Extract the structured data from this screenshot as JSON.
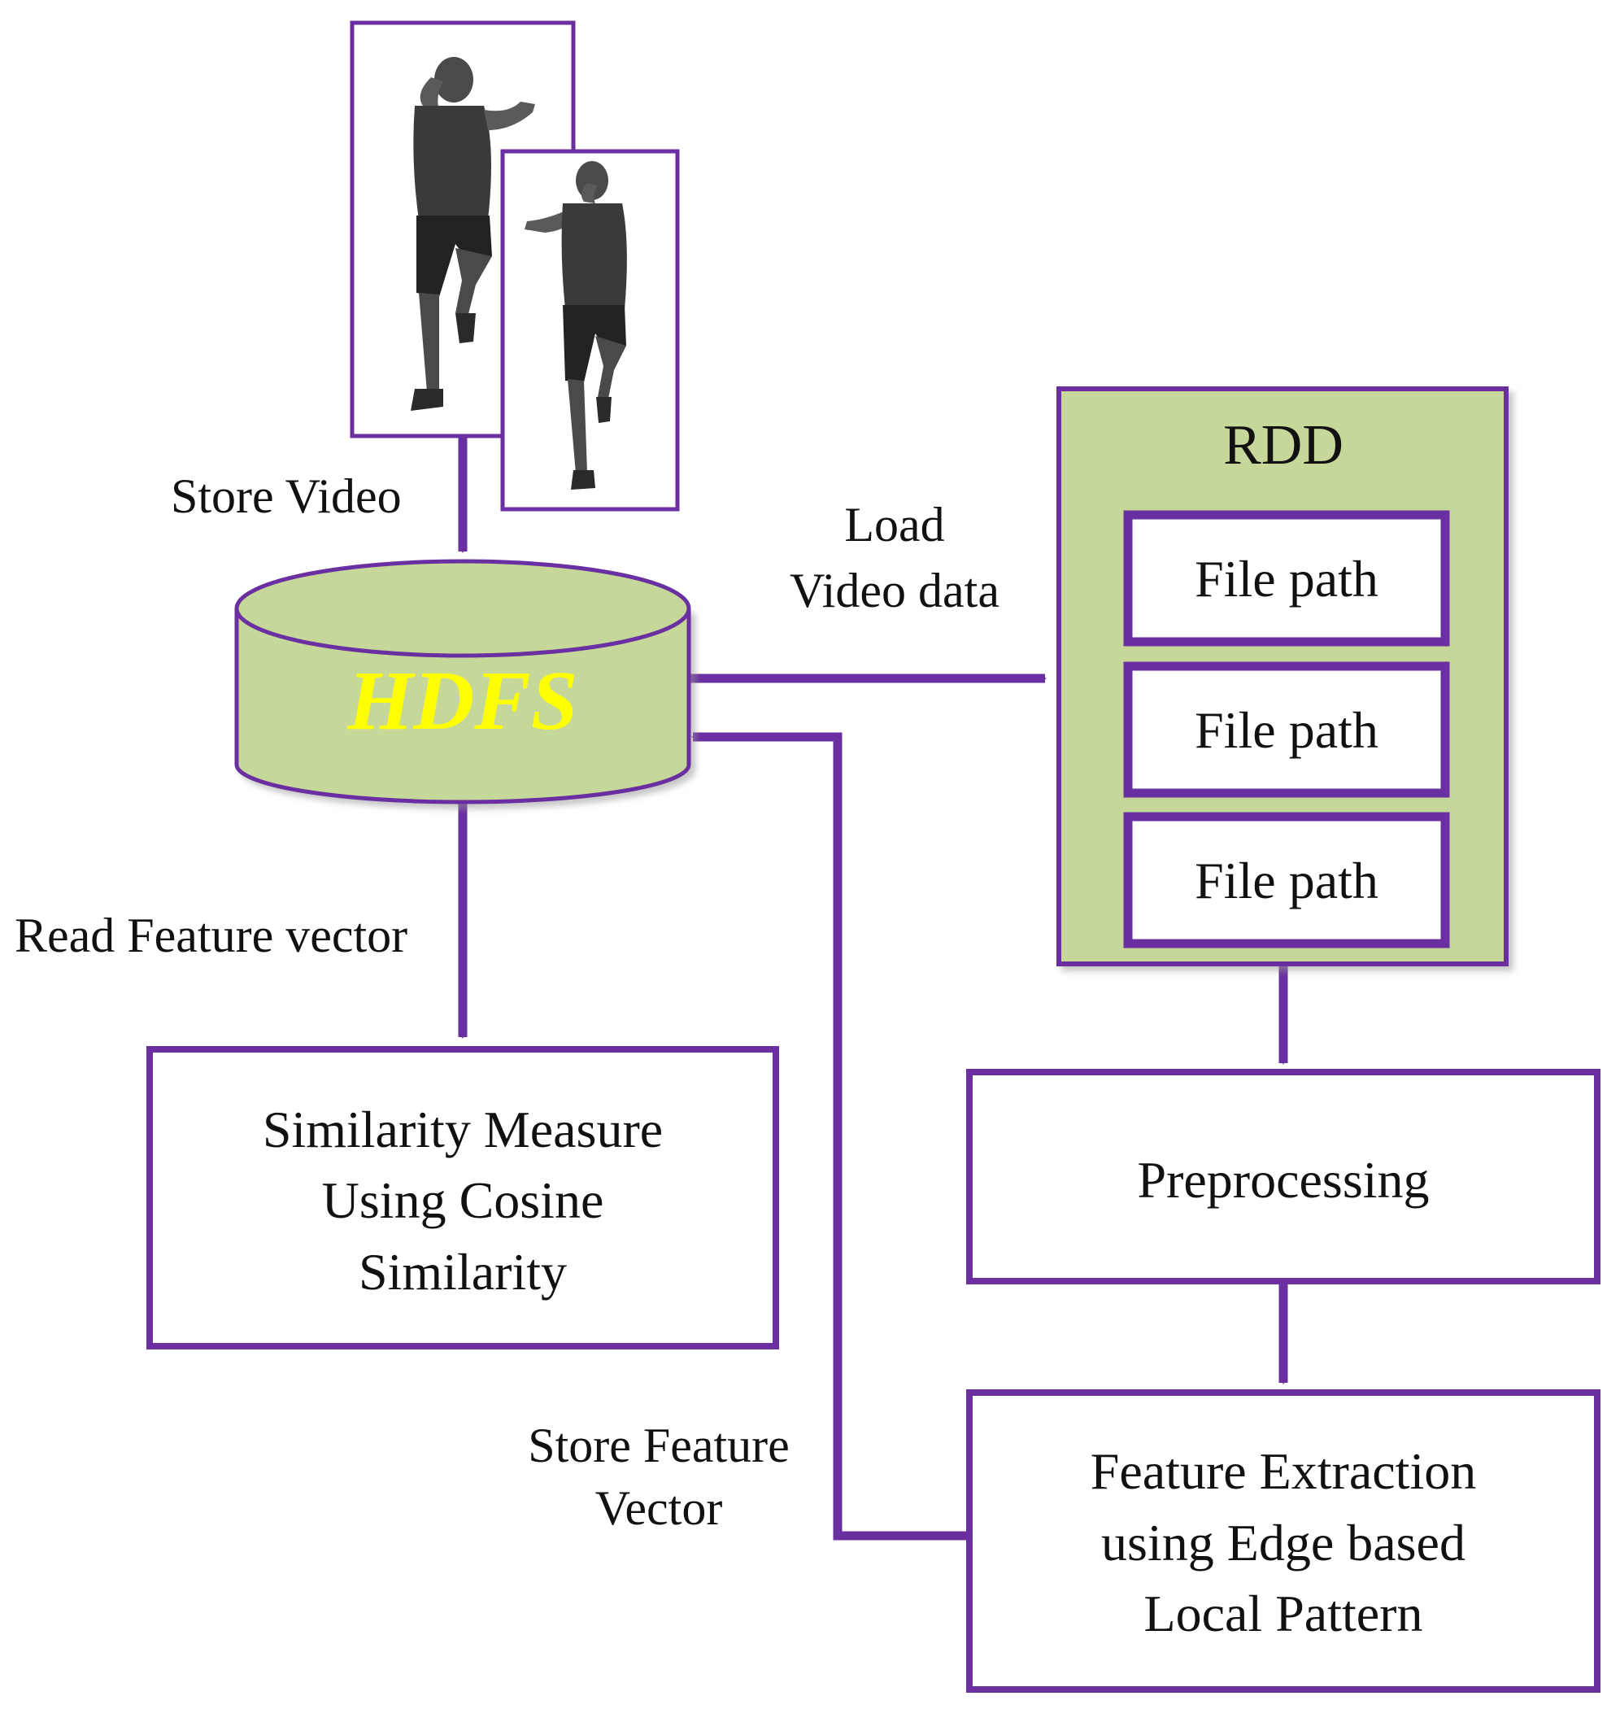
{
  "colors": {
    "stroke": "#6a2fa0",
    "fill": "#c5d89a",
    "hdfs_text": "#ffff00",
    "text": "#111111"
  },
  "nodes": {
    "hdfs": {
      "label": "HDFS"
    },
    "rdd": {
      "title": "RDD",
      "items": [
        "File path",
        "File path",
        "File path"
      ]
    },
    "preprocessing": {
      "label": "Preprocessing"
    },
    "feature_extraction": {
      "lines": [
        "Feature Extraction",
        "using Edge based",
        "Local Pattern"
      ]
    },
    "similarity": {
      "lines": [
        "Similarity Measure",
        "Using Cosine",
        "Similarity"
      ]
    },
    "video_frames": {
      "icon": "person-jumping-image",
      "count": 2
    }
  },
  "edges": {
    "store_video": "Store Video",
    "load_video_data": [
      "Load",
      "Video data"
    ],
    "read_feature_vector": "Read Feature vector",
    "store_feature_vector": [
      "Store Feature",
      "Vector"
    ]
  }
}
